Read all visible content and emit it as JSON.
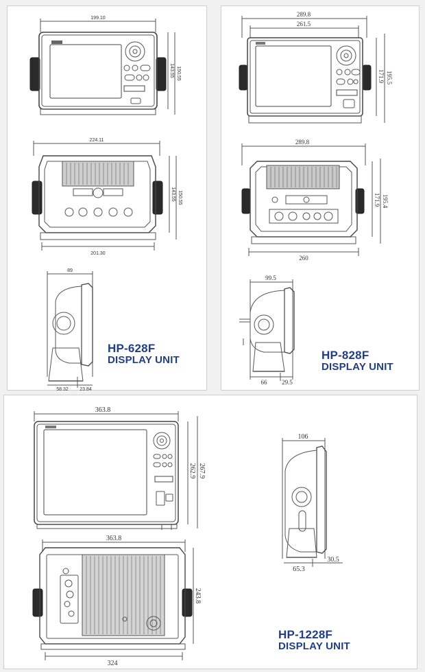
{
  "colors": {
    "label": "#1f3d8c",
    "line": "#555555",
    "panel": "#ffffff",
    "background": "#f1f1f1"
  },
  "hp628": {
    "model": "HP-628F",
    "unit_label": "DISPLAY UNIT",
    "dims": {
      "front_width": "199.10",
      "front_height_inner": "143.55",
      "front_height_outer": "150.55",
      "rear_width": "224.11",
      "rear_height_inner": "143.55",
      "rear_height_outer": "150.55",
      "bottom_width": "201.30",
      "side_depth": "89",
      "side_base_a": "58.32",
      "side_base_b": "23.84"
    }
  },
  "hp828": {
    "model": "HP-828F",
    "unit_label": "DISPLAY UNIT",
    "dims": {
      "front_outer": "289.8",
      "front_inner": "261.5",
      "front_height_inner": "171.9",
      "front_height_outer": "195.5",
      "rear_width": "289.8",
      "rear_height_inner": "171.9",
      "rear_height_outer": "195.4",
      "bottom_width": "260",
      "side_depth": "99.5",
      "side_base_a": "66",
      "side_base_b": "29.5"
    }
  },
  "hp1228": {
    "model": "HP-1228F",
    "unit_label": "DISPLAY UNIT",
    "dims": {
      "front_width": "363.8",
      "front_height_inner": "262.9",
      "front_height_outer": "267.9",
      "rear_width": "363.8",
      "rear_height": "243.8",
      "bottom_width": "324",
      "side_depth": "106",
      "side_base_a": "65.3",
      "side_base_b": "30.5"
    }
  }
}
